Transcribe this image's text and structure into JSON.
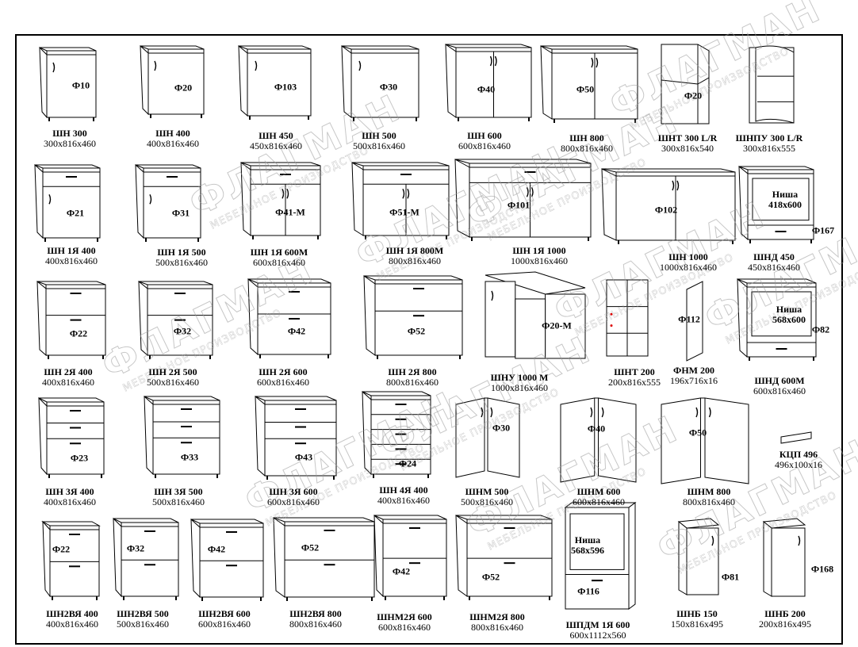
{
  "watermark": {
    "brand": "ФЛАГМАН",
    "tagline": "МЕБЕЛЬНОЕ ПРОИЗВОДСТВО"
  },
  "items": [
    {
      "name": "ШН 300",
      "dims": "300x816x460",
      "code": "Ф10"
    },
    {
      "name": "ШН 400",
      "dims": "400x816x460",
      "code": "Ф20"
    },
    {
      "name": "ШН 450",
      "dims": "450x816x460",
      "code": "Ф103"
    },
    {
      "name": "ШН 500",
      "dims": "500x816x460",
      "code": "Ф30"
    },
    {
      "name": "ШН 600",
      "dims": "600x816x460",
      "code": "Ф40"
    },
    {
      "name": "ШН 800",
      "dims": "800x816x460",
      "code": "Ф50"
    },
    {
      "name": "ШНТ 300 L/R",
      "dims": "300x816x540",
      "code": "Ф20"
    },
    {
      "name": "ШНПУ 300 L/R",
      "dims": "300x816x555",
      "code": ""
    },
    {
      "name": "ШН 1Я 400",
      "dims": "400x816x460",
      "code": "Ф21"
    },
    {
      "name": "ШН 1Я 500",
      "dims": "500x816x460",
      "code": "Ф31"
    },
    {
      "name": "ШН 1Я 600М",
      "dims": "600x816x460",
      "code": "Ф41-М"
    },
    {
      "name": "ШН 1Я 800М",
      "dims": "800x816x460",
      "code": "Ф51-М"
    },
    {
      "name": "ШН 1Я 1000",
      "dims": "1000x816x460",
      "code": "Ф101"
    },
    {
      "name": "ШН 1000",
      "dims": "1000x816x460",
      "code": "Ф102"
    },
    {
      "name": "ШНД 450",
      "dims": "450x816x460",
      "code": "Ф167",
      "niche": "Ниша 418x600"
    },
    {
      "name": "ШН 2Я 400",
      "dims": "400x816x460",
      "code": "Ф22"
    },
    {
      "name": "ШН 2Я 500",
      "dims": "500x816x460",
      "code": "Ф32"
    },
    {
      "name": "ШН 2Я 600",
      "dims": "600x816x460",
      "code": "Ф42"
    },
    {
      "name": "ШН 2Я 800",
      "dims": "800x816x460",
      "code": "Ф52"
    },
    {
      "name": "ШНУ 1000 М",
      "dims": "1000x816x460",
      "code": "Ф20-М"
    },
    {
      "name": "ШНТ 200",
      "dims": "200x816x555",
      "code": ""
    },
    {
      "name": "ФНМ 200",
      "dims": "196x716x16",
      "code": "Ф112"
    },
    {
      "name": "ШНД 600М",
      "dims": "600x816x460",
      "code": "Ф82",
      "niche": "Ниша 568x600"
    },
    {
      "name": "ШН 3Я 400",
      "dims": "400x816x460",
      "code": "Ф23"
    },
    {
      "name": "ШН 3Я 500",
      "dims": "500x816x460",
      "code": "Ф33"
    },
    {
      "name": "ШН 3Я 600",
      "dims": "600x816x460",
      "code": "Ф43"
    },
    {
      "name": "ШН 4Я 400",
      "dims": "400x816x460",
      "code": "Ф24"
    },
    {
      "name": "ШНМ 500",
      "dims": "500x816x460",
      "code": "Ф30"
    },
    {
      "name": "ШНМ 600",
      "dims": "600x816x460",
      "code": "Ф40"
    },
    {
      "name": "ШНМ 800",
      "dims": "800x816x460",
      "code": "Ф50"
    },
    {
      "name": "КЦП 496",
      "dims": "496x100x16",
      "code": ""
    },
    {
      "name": "ШН2ВЯ 400",
      "dims": "400x816x460",
      "code": "Ф22"
    },
    {
      "name": "ШН2ВЯ 500",
      "dims": "500x816x460",
      "code": "Ф32"
    },
    {
      "name": "ШН2ВЯ 600",
      "dims": "600x816x460",
      "code": "Ф42"
    },
    {
      "name": "ШН2ВЯ 800",
      "dims": "800x816x460",
      "code": "Ф52"
    },
    {
      "name": "ШНМ2Я 600",
      "dims": "600x816x460",
      "code": "Ф42"
    },
    {
      "name": "ШНМ2Я 800",
      "dims": "800x816x460",
      "code": "Ф52"
    },
    {
      "name": "ШПДМ 1Я 600",
      "dims": "600x1112x560",
      "code": "Ф116",
      "niche": "Ниша 568x596"
    },
    {
      "name": "ШНБ 150",
      "dims": "150x816x495",
      "code": "Ф81"
    },
    {
      "name": "ШНБ 200",
      "dims": "200x816x495",
      "code": "Ф168"
    }
  ]
}
